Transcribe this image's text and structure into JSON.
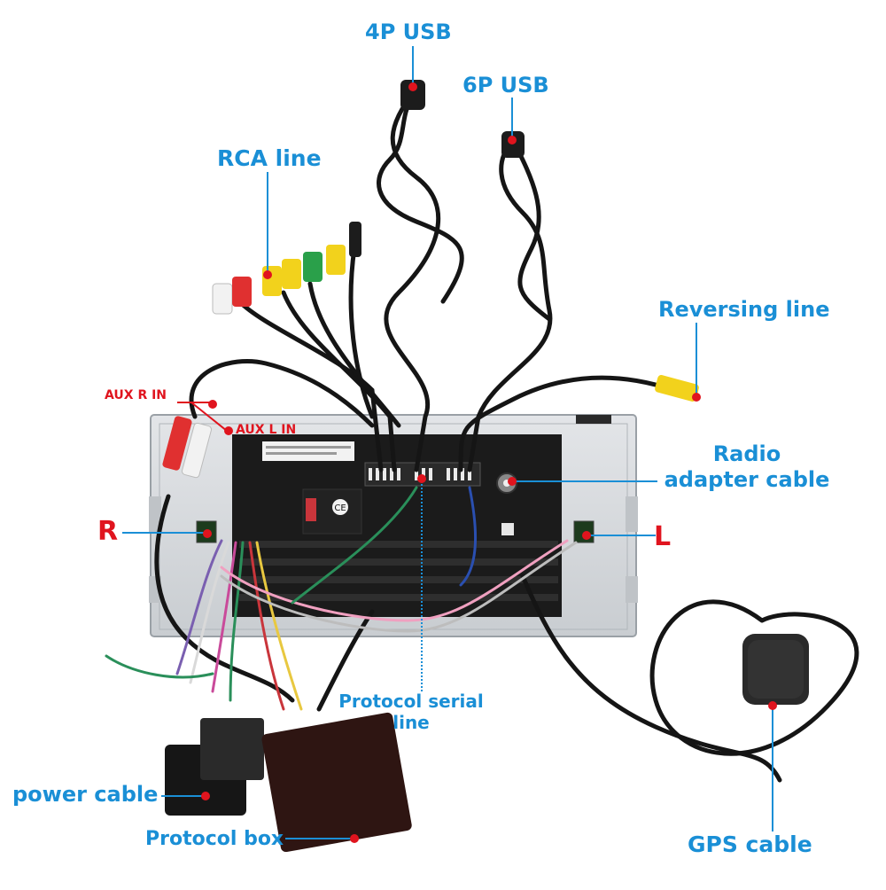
{
  "labels": {
    "usb4p": "4P USB",
    "usb6p": "6P USB",
    "rca": "RCA line",
    "reversing": "Reversing line",
    "aux_r": "AUX R IN",
    "aux_l": "AUX L IN",
    "radio_line1": "Radio",
    "radio_line2": "adapter cable",
    "r": "R",
    "l": "L",
    "protocol_serial_line1": "Protocol serial",
    "protocol_serial_line2": "line",
    "power": "power cable",
    "protocol_box": "Protocol box",
    "gps": "GPS cable"
  },
  "colors": {
    "label_blue": "#1a8fd6",
    "label_red": "#e0141e",
    "dot_red": "#e0141e",
    "cable_black": "#151515",
    "chassis": "#d6d9dc",
    "connector_body": "#1c1c1c"
  }
}
